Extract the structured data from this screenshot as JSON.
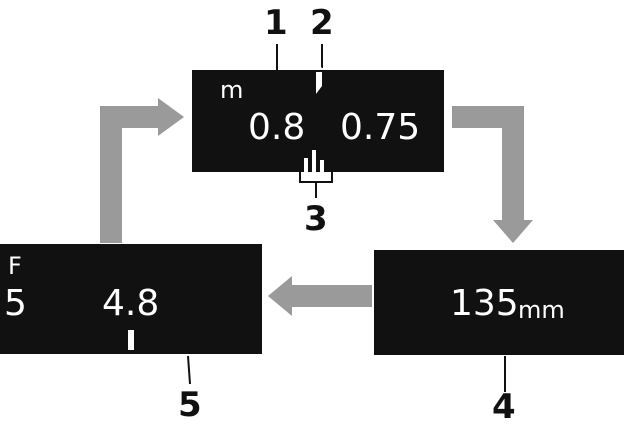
{
  "colors": {
    "panel": "#111111",
    "text": "#ffffff",
    "arrow": "#9a9a9a",
    "callout": "#111111"
  },
  "top_panel": {
    "unit": "m",
    "value_left": "0.8",
    "value_right": "0.75"
  },
  "right_panel": {
    "value": "135",
    "unit": "mm"
  },
  "left_panel": {
    "label": "F",
    "value_left": "5",
    "value_right": "4.8"
  },
  "callouts": [
    "1",
    "2",
    "3",
    "4",
    "5"
  ],
  "icons": [
    "distance-marker-icon",
    "focus-scale-icon",
    "aperture-marker-icon"
  ]
}
